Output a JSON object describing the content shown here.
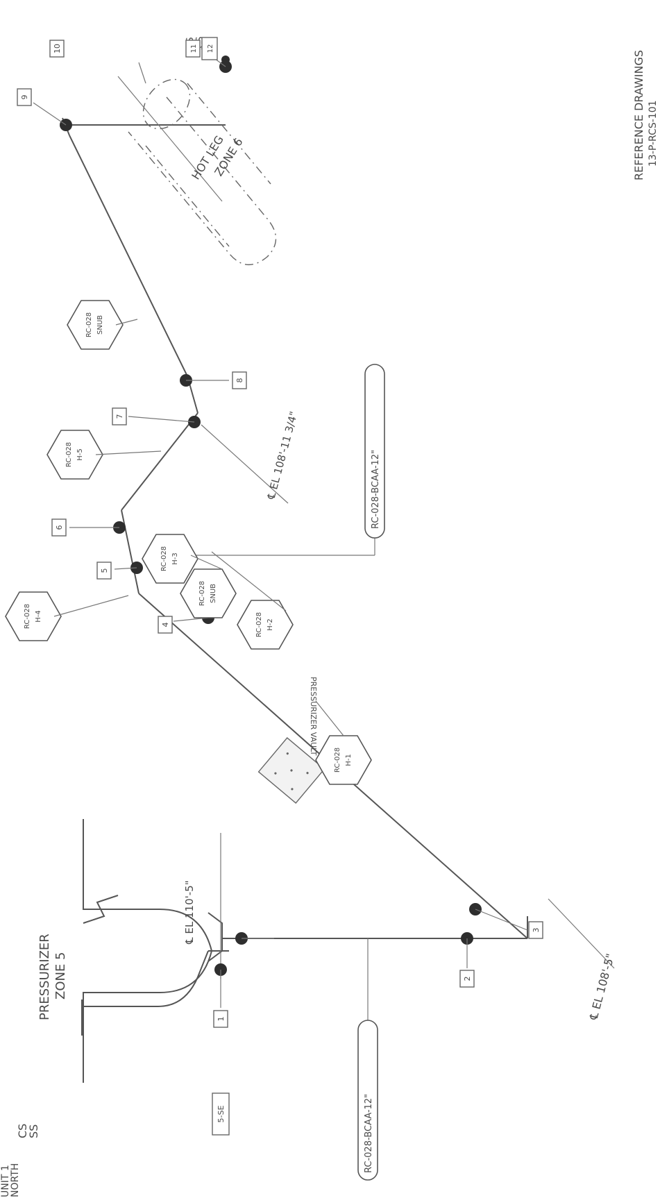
{
  "header": {
    "line1": "UNIT 1",
    "line2": "NORTH"
  },
  "pressurizer": {
    "title": "PRESSURIZER",
    "zone": "ZONE 5",
    "elevation": "℄ EL 110'-5\""
  },
  "hot_leg": {
    "title": "HOT LEG",
    "zone": "ZONE 6"
  },
  "line_designations": {
    "vertical_run": "RC-028-BCAA-12\"",
    "sloped_run": "RC-028-BCAA-12\""
  },
  "elevations": {
    "low_point": "℄ EL 108'-5\"",
    "mid_run": "℄ EL 108'-11 3/4\""
  },
  "weld_tags": [
    "1",
    "2",
    "3",
    "4",
    "5",
    "6",
    "7",
    "8",
    "9",
    "10",
    "11",
    "12"
  ],
  "small_tags": {
    "safe_end": "5-SE",
    "weld_11": "11",
    "weld_12": "12"
  },
  "material": {
    "left_top": "CS",
    "left_bottom": "SS",
    "right_top": "SS",
    "right_bottom": "CS"
  },
  "hangers": [
    {
      "top": "RC-028",
      "bottom": "H-1"
    },
    {
      "top": "RC-028",
      "bottom": "H-2"
    },
    {
      "top": "RC-028",
      "bottom": "SNUB"
    },
    {
      "top": "RC-028",
      "bottom": "H-3"
    },
    {
      "top": "RC-028",
      "bottom": "H-4"
    },
    {
      "top": "RC-028",
      "bottom": "H-5"
    },
    {
      "top": "RC-028",
      "bottom": "SNUB"
    }
  ],
  "support_label": "PRESSURIZER VAULT",
  "reference": {
    "title": "REFERENCE DRAWINGS",
    "number": "13-P-RCS-101"
  }
}
